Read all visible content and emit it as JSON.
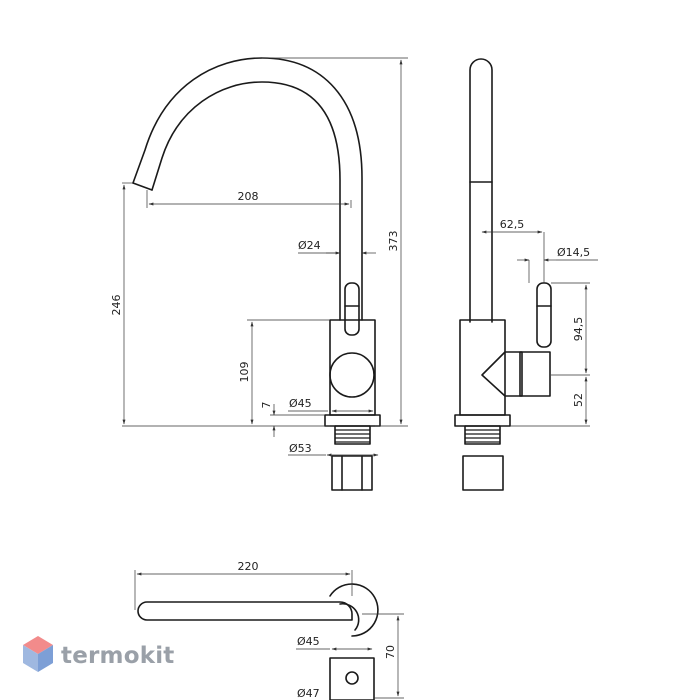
{
  "front_view": {
    "dims": {
      "spout_reach": "208",
      "spout_diameter": "Ø24",
      "total_height": "373",
      "spout_height": "246",
      "body_height": "109",
      "gap": "7",
      "base_diameter": "Ø45",
      "thread_diameter": "Ø53"
    }
  },
  "side_view": {
    "dims": {
      "handle_offset": "62,5",
      "handle_diameter": "Ø14,5",
      "handle_length": "94,5",
      "handle_height": "52"
    }
  },
  "top_view": {
    "dims": {
      "spout_length": "220",
      "base_diameter": "Ø45",
      "depth": "70",
      "bottom_diameter": "Ø47"
    }
  },
  "brand": {
    "name": "termokit",
    "colors": {
      "logo_top": "#f28b8b",
      "logo_left": "#9fb8e0",
      "logo_right": "#7d9fd6",
      "text": "#9aa0a8"
    }
  }
}
